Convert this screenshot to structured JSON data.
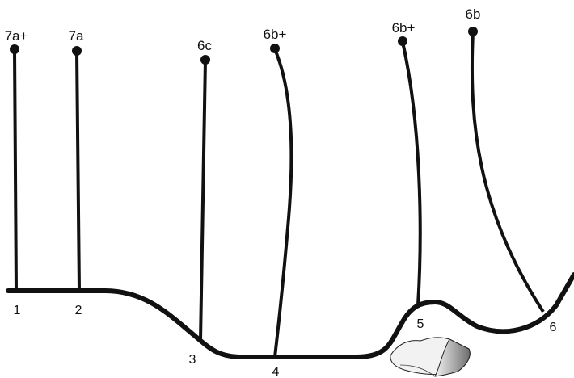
{
  "routes": [
    {
      "number": "1",
      "grade": "7a+"
    },
    {
      "number": "2",
      "grade": "7a"
    },
    {
      "number": "3",
      "grade": "6c"
    },
    {
      "number": "4",
      "grade": "6b+"
    },
    {
      "number": "5",
      "grade": "6b+"
    },
    {
      "number": "6",
      "grade": "6b"
    }
  ],
  "colors": {
    "line": "#111111",
    "rock_fill": "#f2f2f2",
    "rock_shade": "#7a7a7a"
  }
}
